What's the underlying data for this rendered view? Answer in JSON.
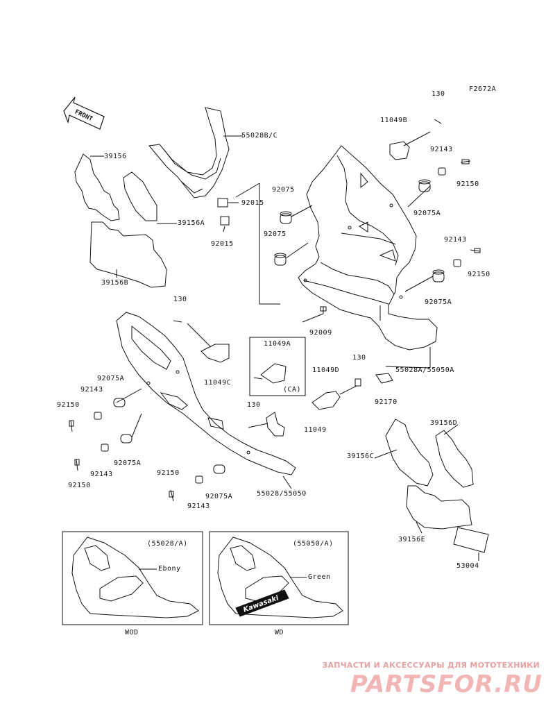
{
  "diagram_code": "F2672A",
  "front_label": "FRONT",
  "labels": {
    "l130a": "130",
    "l11049B": "11049B",
    "l55028BC": "55028B/C",
    "l92143a": "92143",
    "l92150a": "92150",
    "l39156": "39156",
    "l92075a": "92075",
    "l92015a": "92015",
    "l39156A": "39156A",
    "l92015b": "92015",
    "l92075b": "92075",
    "l92075Aa": "92075A",
    "l39156B": "39156B",
    "l92143b": "92143",
    "l92150b": "92150",
    "l92075Ab": "92075A",
    "l130b": "130",
    "l92009": "92009",
    "l11049A": "11049A",
    "lCA": "(CA)",
    "l11049C": "11049C",
    "l92075Ac": "92075A",
    "l92143c": "92143",
    "l92150c": "92150",
    "l11049D": "11049D",
    "l130c": "130",
    "l55028A55050A": "55028A/55050A",
    "l92170": "92170",
    "l130d": "130",
    "l11049": "11049",
    "l39156D": "39156D",
    "l39156C": "39156C",
    "l92075Ad": "92075A",
    "l92143d": "92143",
    "l92150d": "92150",
    "l92150e": "92150",
    "l92143e": "92143",
    "l92075Ae": "92075A",
    "l5502855050": "55028/55050",
    "l39156E": "39156E",
    "l53004": "53004"
  },
  "inset_left": {
    "code": "(55028/A)",
    "color": "Ebony",
    "caption": "WOD"
  },
  "inset_right": {
    "code": "(55050/A)",
    "color": "Green",
    "caption": "WD",
    "decal": "Kawasaki"
  },
  "watermark": {
    "tagline": "ЗАПЧАСТИ И АКСЕССУАРЫ ДЛЯ МОТОТЕХНИКИ",
    "brand": "PARTSFOR.RU"
  }
}
